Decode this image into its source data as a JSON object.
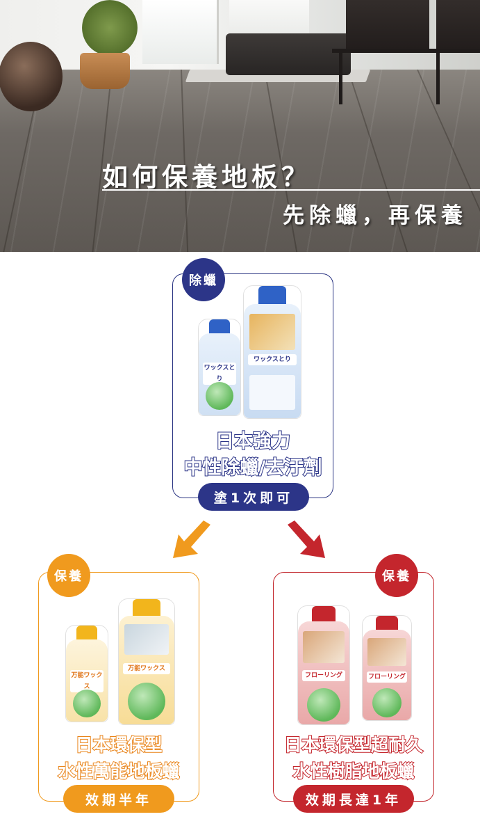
{
  "hero": {
    "headline": "如何保養地板？",
    "subline": "先除蠟，再保養"
  },
  "cards": {
    "remover": {
      "badge": "除蠟",
      "name_line1": "日本強力",
      "name_line2": "中性除蠟/去汙劑",
      "note": "塗1次即可",
      "bottle_label": "ワックスとり"
    },
    "water_wax": {
      "badge": "保養",
      "name_line1": "日本環保型",
      "name_line2": "水性萬能地板蠟",
      "note": "效期半年",
      "bottle_label": "万能ワックス"
    },
    "resin_wax": {
      "badge": "保養",
      "name_line1": "日本環保型超耐久",
      "name_line2": "水性樹脂地板蠟",
      "note": "效期長達1年",
      "bottle_label": "フローリング"
    }
  },
  "colors": {
    "blue": "#2c3588",
    "orange": "#f09a1e",
    "red": "#c4262d"
  },
  "icons": [
    "arrow-down-left-icon",
    "arrow-down-right-icon"
  ]
}
